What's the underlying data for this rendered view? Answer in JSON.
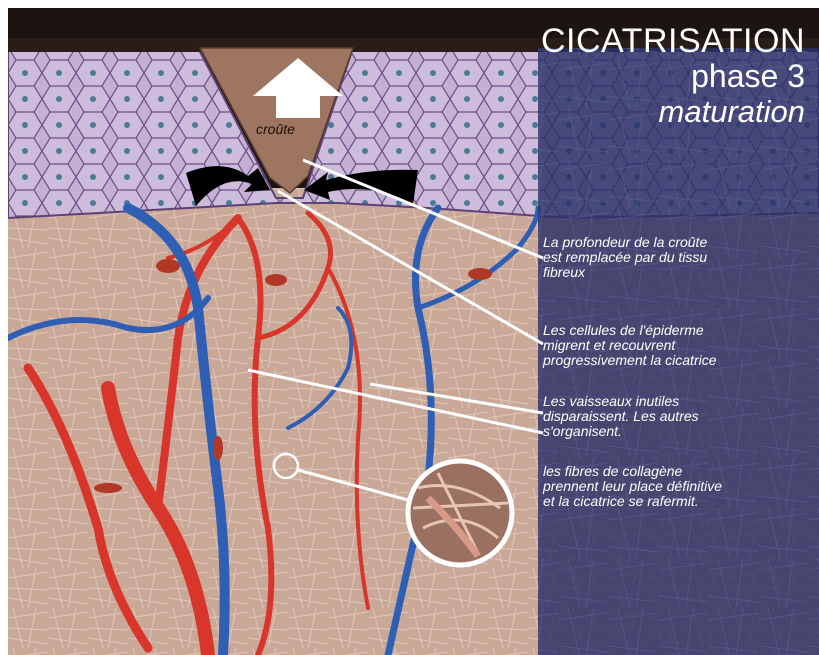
{
  "title": {
    "main": "CICATRISATION",
    "phase": "phase 3",
    "sub": "maturation"
  },
  "crust_label": "croûte",
  "captions": [
    "La profondeur de la croûte\nest remplacée par du tissu\nfibreux",
    "Les cellules de l'épiderme\nmigrent et recouvrent\nprogressivement la cicatrice",
    "Les vaisseaux inutiles\ndisparaissent. Les autres\ns'organisent.",
    "les fibres de collagène\nprennent leur place définitive\net la cicatrice se rafermit."
  ],
  "colors": {
    "overlay_panel": "#2a2f66",
    "dermis": "#c9a898",
    "epidermis": "#b9a4c9",
    "crust": "#9e7560",
    "artery": "#d8352b",
    "vein": "#2f5fb4",
    "leader_line": "#ffffff",
    "arrow_white": "#ffffff",
    "arrow_black": "#000000"
  },
  "icons": [
    "up-arrow-icon",
    "black-arrow-left-icon",
    "black-arrow-right-icon",
    "magnifier-circle-icon"
  ]
}
